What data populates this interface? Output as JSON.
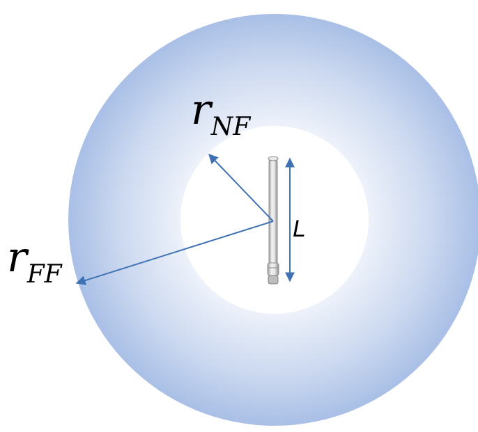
{
  "labels": {
    "near_field_radius": {
      "symbol": "r",
      "subscript": "NF"
    },
    "far_field_radius": {
      "symbol": "r",
      "subscript": "FF"
    },
    "antenna_length": "L"
  },
  "colors": {
    "outer_region_edge": "#a9bfe6",
    "outer_region_inner": "#e2eaf6",
    "inner_region": "#ffffff",
    "arrow": "#3f72b3",
    "antenna_body": "#d8d8d8",
    "antenna_outline": "#8f8f8f",
    "text": "#000000"
  }
}
